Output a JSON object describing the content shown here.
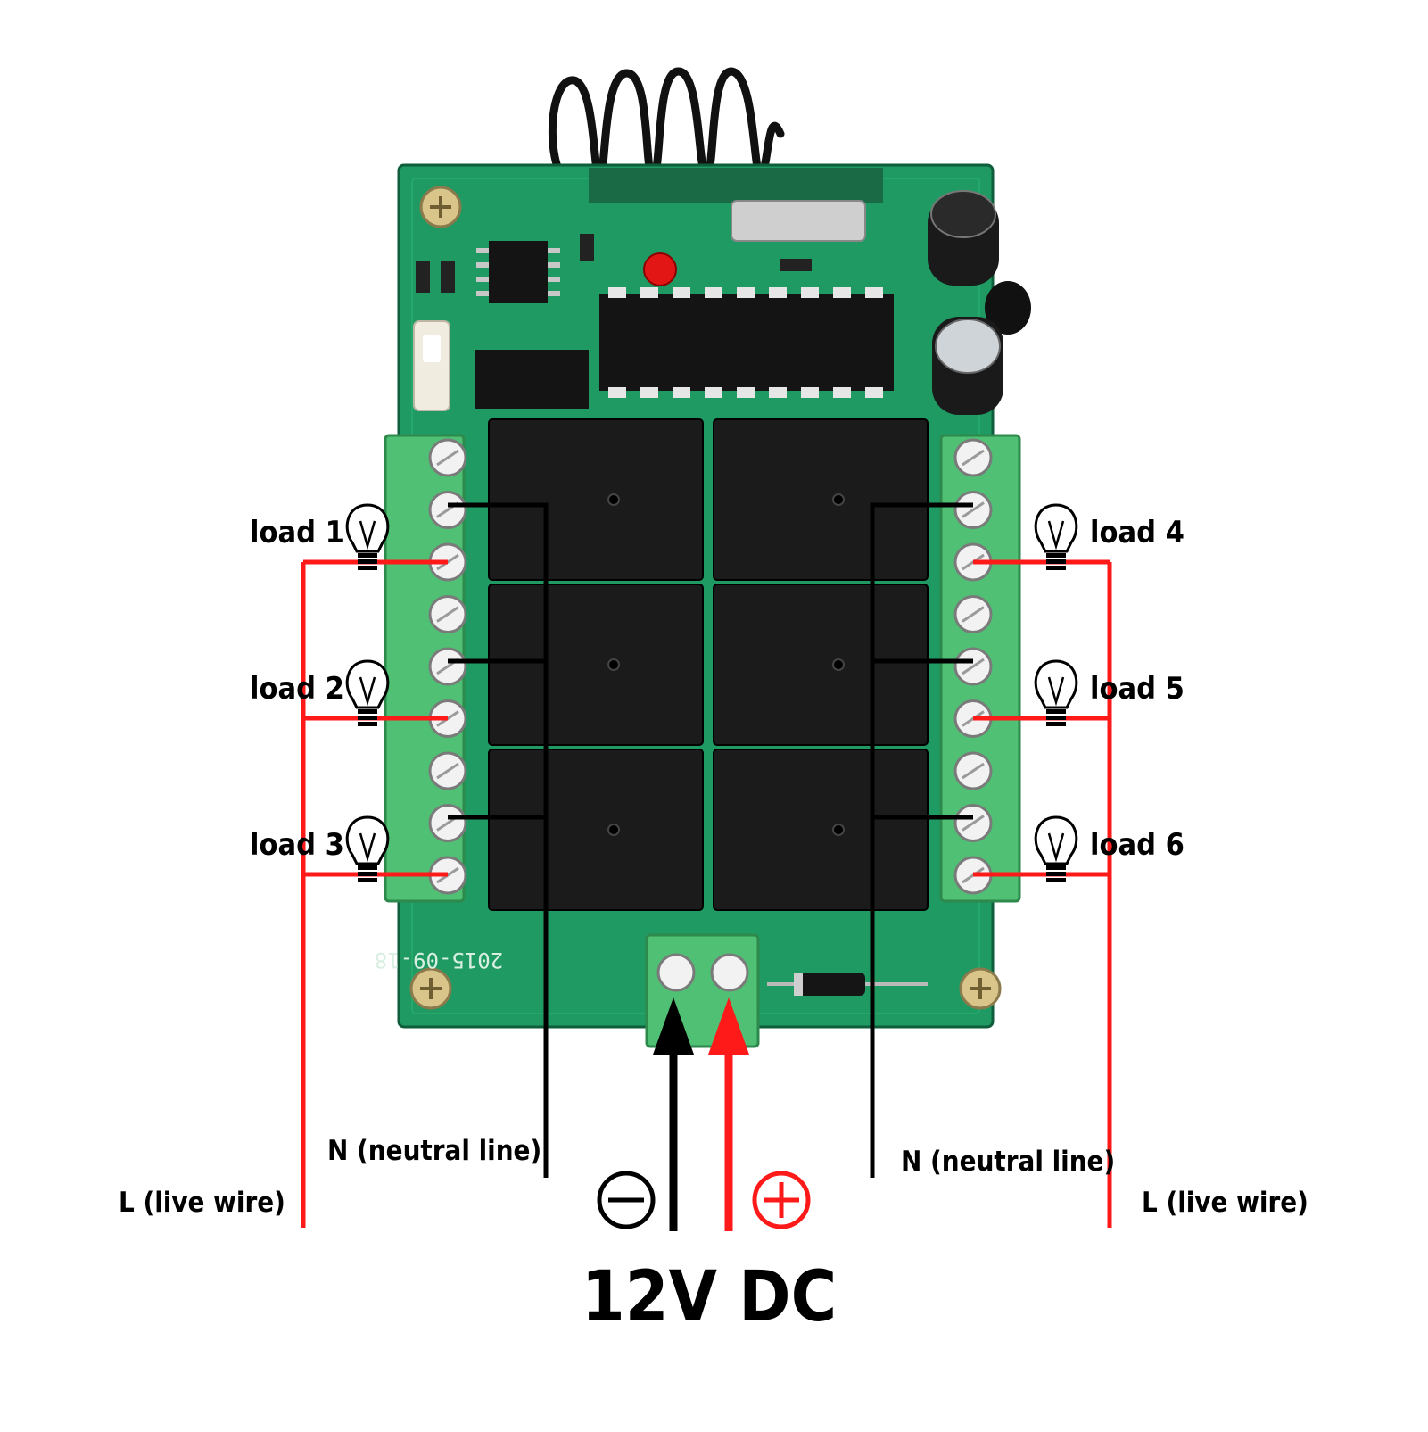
{
  "labels": {
    "loads": [
      "load 1",
      "load 2",
      "load 3",
      "load 4",
      "load 5",
      "load 6"
    ],
    "neutral_left": "N (neutral line)",
    "neutral_right": "N (neutral line)",
    "live_left": "L (live wire)",
    "live_right": "L (live wire)",
    "supply": "12V DC",
    "pcb_date": "2015-09-18"
  },
  "components": {
    "relay_count": 6,
    "terminal_screws_per_side": 9,
    "power_terminal_screws": 2
  },
  "colors": {
    "pcb": "#1f9a63",
    "pcb_dark": "#137a4b",
    "terminal_block": "#4fc074",
    "relay": "#1b1b1b",
    "live_wire": "#ff1a1a",
    "neutral_wire": "#000000",
    "positive_arrow": "#ff1a1a",
    "negative_arrow": "#000000"
  }
}
